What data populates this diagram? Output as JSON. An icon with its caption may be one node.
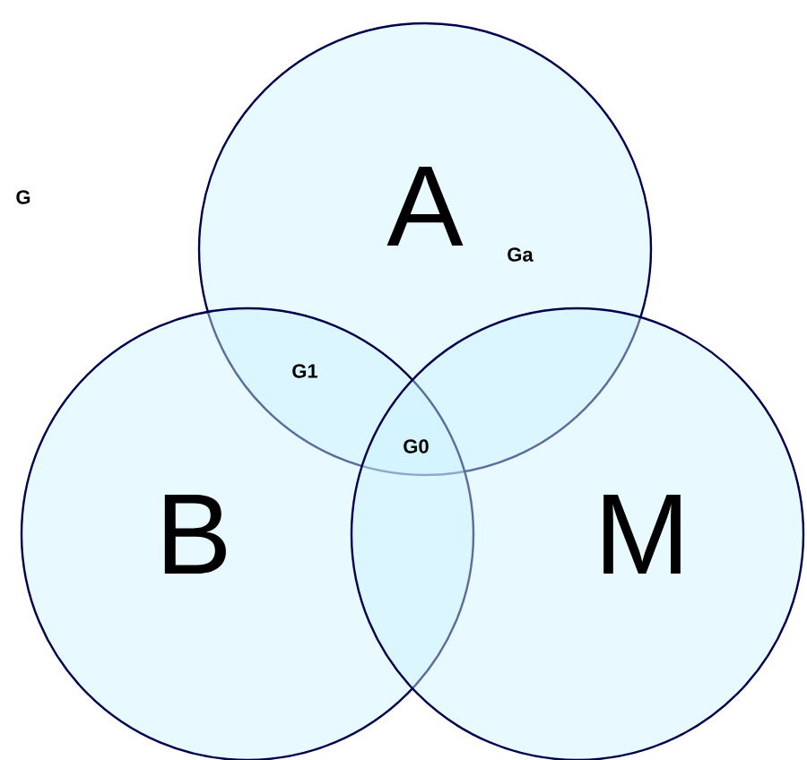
{
  "diagram": {
    "nodes": [
      {
        "text": [
          "A"
        ]
      },
      {
        "text": [
          "B"
        ]
      },
      {
        "text": [
          "M"
        ]
      }
    ],
    "edges": [],
    "labels": [
      "G",
      "Ga",
      "G1",
      "G0"
    ]
  }
}
